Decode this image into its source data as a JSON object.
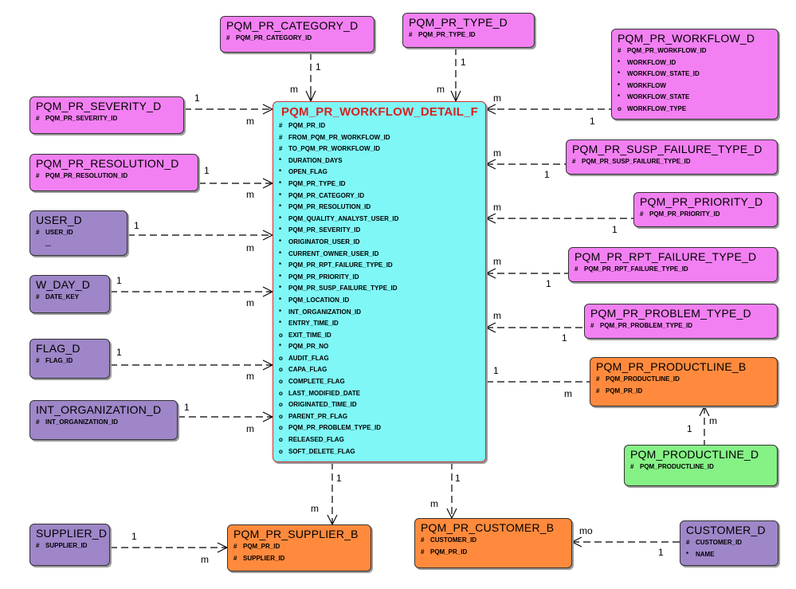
{
  "colors": {
    "pink": "#f280f2",
    "purple": "#9e86c8",
    "orange": "#ff8a3d",
    "green": "#86f286",
    "cyan": "#7ff7f7",
    "main_title": "#d82020"
  },
  "entities": {
    "fact": {
      "name": "PQM_PR_WORKFLOW_DETAIL_F",
      "attrs": [
        {
          "m": "#",
          "t": "PQM_PR_ID"
        },
        {
          "m": "#",
          "t": "FROM_PQM_PR_WORKFLOW_ID"
        },
        {
          "m": "#",
          "t": "TO_PQM_PR_WORKFLOW_ID"
        },
        {
          "m": "*",
          "t": "DURATION_DAYS"
        },
        {
          "m": "*",
          "t": "OPEN_FLAG"
        },
        {
          "m": "*",
          "t": "PQM_PR_TYPE_ID"
        },
        {
          "m": "*",
          "t": "PQM_PR_CATEGORY_ID"
        },
        {
          "m": "*",
          "t": "PQM_PR_RESOLUTION_ID"
        },
        {
          "m": "*",
          "t": "PQM_QUALITY_ANALYST_USER_ID"
        },
        {
          "m": "*",
          "t": "PQM_PR_SEVERITY_ID"
        },
        {
          "m": "*",
          "t": "ORIGINATOR_USER_ID"
        },
        {
          "m": "*",
          "t": "CURRENT_OWNER_USER_ID"
        },
        {
          "m": "*",
          "t": "PQM_PR_RPT_FAILURE_TYPE_ID"
        },
        {
          "m": "*",
          "t": "PQM_PR_PRIORITY_ID"
        },
        {
          "m": "*",
          "t": "PQM_PR_SUSP_FAILURE_TYPE_ID"
        },
        {
          "m": "*",
          "t": "PQM_LOCATION_ID"
        },
        {
          "m": "*",
          "t": "INT_ORGANIZATION_ID"
        },
        {
          "m": "*",
          "t": "ENTRY_TIME_ID"
        },
        {
          "m": "o",
          "t": "EXIT_TIME_ID"
        },
        {
          "m": "*",
          "t": "PQM_PR_NO"
        },
        {
          "m": "o",
          "t": "AUDIT_FLAG"
        },
        {
          "m": "o",
          "t": "CAPA_FLAG"
        },
        {
          "m": "o",
          "t": "COMPLETE_FLAG"
        },
        {
          "m": "o",
          "t": "LAST_MODIFIED_DATE"
        },
        {
          "m": "o",
          "t": "ORIGINATED_TIME_ID"
        },
        {
          "m": "o",
          "t": "PARENT_PR_FLAG"
        },
        {
          "m": "o",
          "t": "PQM_PR_PROBLEM_TYPE_ID"
        },
        {
          "m": "o",
          "t": "RELEASED_FLAG"
        },
        {
          "m": "o",
          "t": "SOFT_DELETE_FLAG"
        }
      ]
    },
    "category": {
      "name": "PQM_PR_CATEGORY_D",
      "attrs": [
        {
          "m": "#",
          "t": "PQM_PR_CATEGORY_ID"
        }
      ]
    },
    "type": {
      "name": "PQM_PR_TYPE_D",
      "attrs": [
        {
          "m": "#",
          "t": "PQM_PR_TYPE_ID"
        }
      ]
    },
    "workflow": {
      "name": "PQM_PR_WORKFLOW_D",
      "attrs": [
        {
          "m": "#",
          "t": "PQM_PR_WORKFLOW_ID"
        },
        {
          "m": "*",
          "t": "WORKFLOW_ID"
        },
        {
          "m": "*",
          "t": "WORKFLOW_STATE_ID"
        },
        {
          "m": "*",
          "t": "WORKFLOW"
        },
        {
          "m": "*",
          "t": "WORKFLOW_STATE"
        },
        {
          "m": "o",
          "t": "WORKFLOW_TYPE"
        }
      ]
    },
    "severity": {
      "name": "PQM_PR_SEVERITY_D",
      "attrs": [
        {
          "m": "#",
          "t": "PQM_PR_SEVERITY_ID"
        }
      ]
    },
    "resolution": {
      "name": "PQM_PR_RESOLUTION_D",
      "attrs": [
        {
          "m": "#",
          "t": "PQM_PR_RESOLUTION_ID"
        }
      ]
    },
    "user": {
      "name": "USER_D",
      "attrs": [
        {
          "m": "#",
          "t": "USER_ID"
        },
        {
          "m": "",
          "t": "..."
        }
      ]
    },
    "wday": {
      "name": "W_DAY_D",
      "attrs": [
        {
          "m": "#",
          "t": "DATE_KEY"
        }
      ]
    },
    "flag": {
      "name": "FLAG_D",
      "attrs": [
        {
          "m": "#",
          "t": "FLAG_ID"
        }
      ]
    },
    "intorg": {
      "name": "INT_ORGANIZATION_D",
      "attrs": [
        {
          "m": "#",
          "t": "INT_ORGANIZATION_ID"
        }
      ]
    },
    "supplier": {
      "name": "SUPPLIER_D",
      "attrs": [
        {
          "m": "#",
          "t": "SUPPLIER_ID"
        }
      ]
    },
    "prsupplier": {
      "name": "PQM_PR_SUPPLIER_B",
      "attrs": [
        {
          "m": "#",
          "t": "PQM_PR_ID"
        },
        {
          "m": "#",
          "t": "SUPPLIER_ID"
        }
      ]
    },
    "prcustomer": {
      "name": "PQM_PR_CUSTOMER_B",
      "attrs": [
        {
          "m": "#",
          "t": "CUSTOMER_ID"
        },
        {
          "m": "#",
          "t": "PQM_PR_ID"
        }
      ]
    },
    "customer": {
      "name": "CUSTOMER_D",
      "attrs": [
        {
          "m": "#",
          "t": "CUSTOMER_ID"
        },
        {
          "m": "*",
          "t": "NAME"
        }
      ]
    },
    "susp": {
      "name": "PQM_PR_SUSP_FAILURE_TYPE_D",
      "attrs": [
        {
          "m": "#",
          "t": "PQM_PR_SUSP_FAILURE_TYPE_ID"
        }
      ]
    },
    "priority": {
      "name": "PQM_PR_PRIORITY_D",
      "attrs": [
        {
          "m": "#",
          "t": "PQM_PR_PRIORITY_ID"
        }
      ]
    },
    "rpt": {
      "name": "PQM_PR_RPT_FAILURE_TYPE_D",
      "attrs": [
        {
          "m": "#",
          "t": "PQM_PR_RPT_FAILURE_TYPE_ID"
        }
      ]
    },
    "problem": {
      "name": "PQM_PR_PROBLEM_TYPE_D",
      "attrs": [
        {
          "m": "#",
          "t": "PQM_PR_PROBLEM_TYPE_ID"
        }
      ]
    },
    "productline_b": {
      "name": "PQM_PR_PRODUCTLINE_B",
      "attrs": [
        {
          "m": "#",
          "t": "PQM_PRODUCTLINE_ID"
        },
        {
          "m": "#",
          "t": "PQM_PR_ID"
        }
      ]
    },
    "productline_d": {
      "name": "PQM_PRODUCTLINE_D",
      "attrs": [
        {
          "m": "#",
          "t": "PQM_PRODUCTLINE_ID"
        }
      ]
    }
  },
  "relationships": [
    {
      "id": "category",
      "one": "1",
      "many": "m"
    },
    {
      "id": "type",
      "one": "1",
      "many": "m"
    },
    {
      "id": "workflow",
      "one": "1",
      "many": "m"
    },
    {
      "id": "severity",
      "one": "1",
      "many": "m"
    },
    {
      "id": "resolution",
      "one": "1",
      "many": "m"
    },
    {
      "id": "user",
      "one": "1",
      "many": "m"
    },
    {
      "id": "wday",
      "one": "1",
      "many": "m"
    },
    {
      "id": "flag",
      "one": "1",
      "many": "m"
    },
    {
      "id": "intorg",
      "one": "1",
      "many": "m"
    },
    {
      "id": "susp",
      "one": "1",
      "many": "m"
    },
    {
      "id": "priority",
      "one": "1",
      "many": "m"
    },
    {
      "id": "rpt",
      "one": "1",
      "many": "m"
    },
    {
      "id": "problem",
      "one": "1",
      "many": "m"
    },
    {
      "id": "productline_b",
      "one": "1",
      "many": "m"
    },
    {
      "id": "productline_d",
      "one": "1",
      "many": "m"
    },
    {
      "id": "prsupplier",
      "one": "1",
      "many": "m"
    },
    {
      "id": "supplier",
      "one": "1",
      "many": "m"
    },
    {
      "id": "prcustomer",
      "one": "1",
      "many": "m"
    },
    {
      "id": "customer",
      "one": "1",
      "many": "mo"
    }
  ]
}
